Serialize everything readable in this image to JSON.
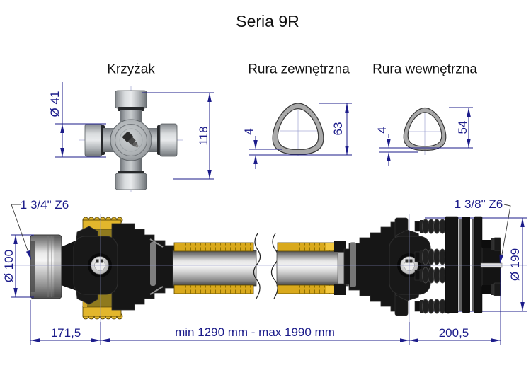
{
  "title": "Seria 9R",
  "sections": {
    "cross": {
      "label": "Krzyżak",
      "diameter": "Ø 41",
      "length": "118"
    },
    "outer_tube": {
      "label": "Rura zewnętrzna",
      "wall_thickness": "4",
      "size": "63"
    },
    "inner_tube": {
      "label": "Rura wewnętrzna",
      "wall_thickness": "4",
      "size": "54"
    }
  },
  "shaft": {
    "left_spline": "1 3/4\" Z6",
    "right_spline": "1 3/8\" Z6",
    "left_diameter": "Ø 100",
    "right_diameter": "Ø 199",
    "left_length": "171,5",
    "telescopic_length": "min 1290 mm - max 1990 mm",
    "right_length": "200,5"
  },
  "colors": {
    "dimension_blue": "#1b1b8a",
    "centerline_blue": "#8d93c8",
    "guard_yellow": "#d9a91c",
    "teeth_yellow": "#e2b62c",
    "metal_gray": "#c8c8c8",
    "part_black": "#161616",
    "text_black": "#111111"
  }
}
